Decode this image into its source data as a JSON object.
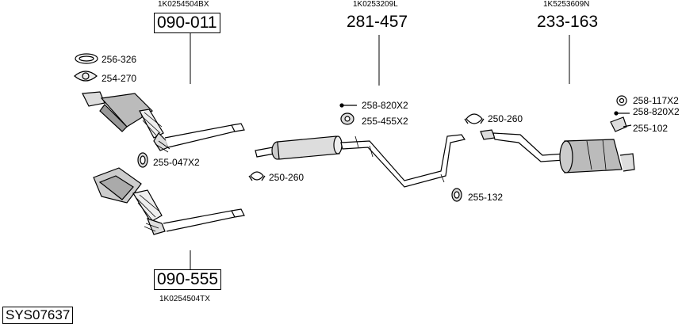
{
  "diagram": {
    "system_id": "SYS07637",
    "groups": [
      {
        "oem": "1K0254504BX",
        "part": "090-011"
      },
      {
        "oem": "1K0253209L",
        "part": "281-457"
      },
      {
        "oem": "1K5253609N",
        "part": "233-163"
      },
      {
        "oem": "1K0254504TX",
        "part": "090-555"
      }
    ],
    "parts": {
      "p256_326": "256-326",
      "p254_270": "254-270",
      "p255_047": "255-047X2",
      "p250_260_a": "250-260",
      "p258_820_a": "258-820X2",
      "p255_455": "255-455X2",
      "p250_260_b": "250-260",
      "p255_132": "255-132",
      "p258_117": "258-117X2",
      "p258_820_b": "258-820X2",
      "p255_102": "255-102"
    }
  }
}
